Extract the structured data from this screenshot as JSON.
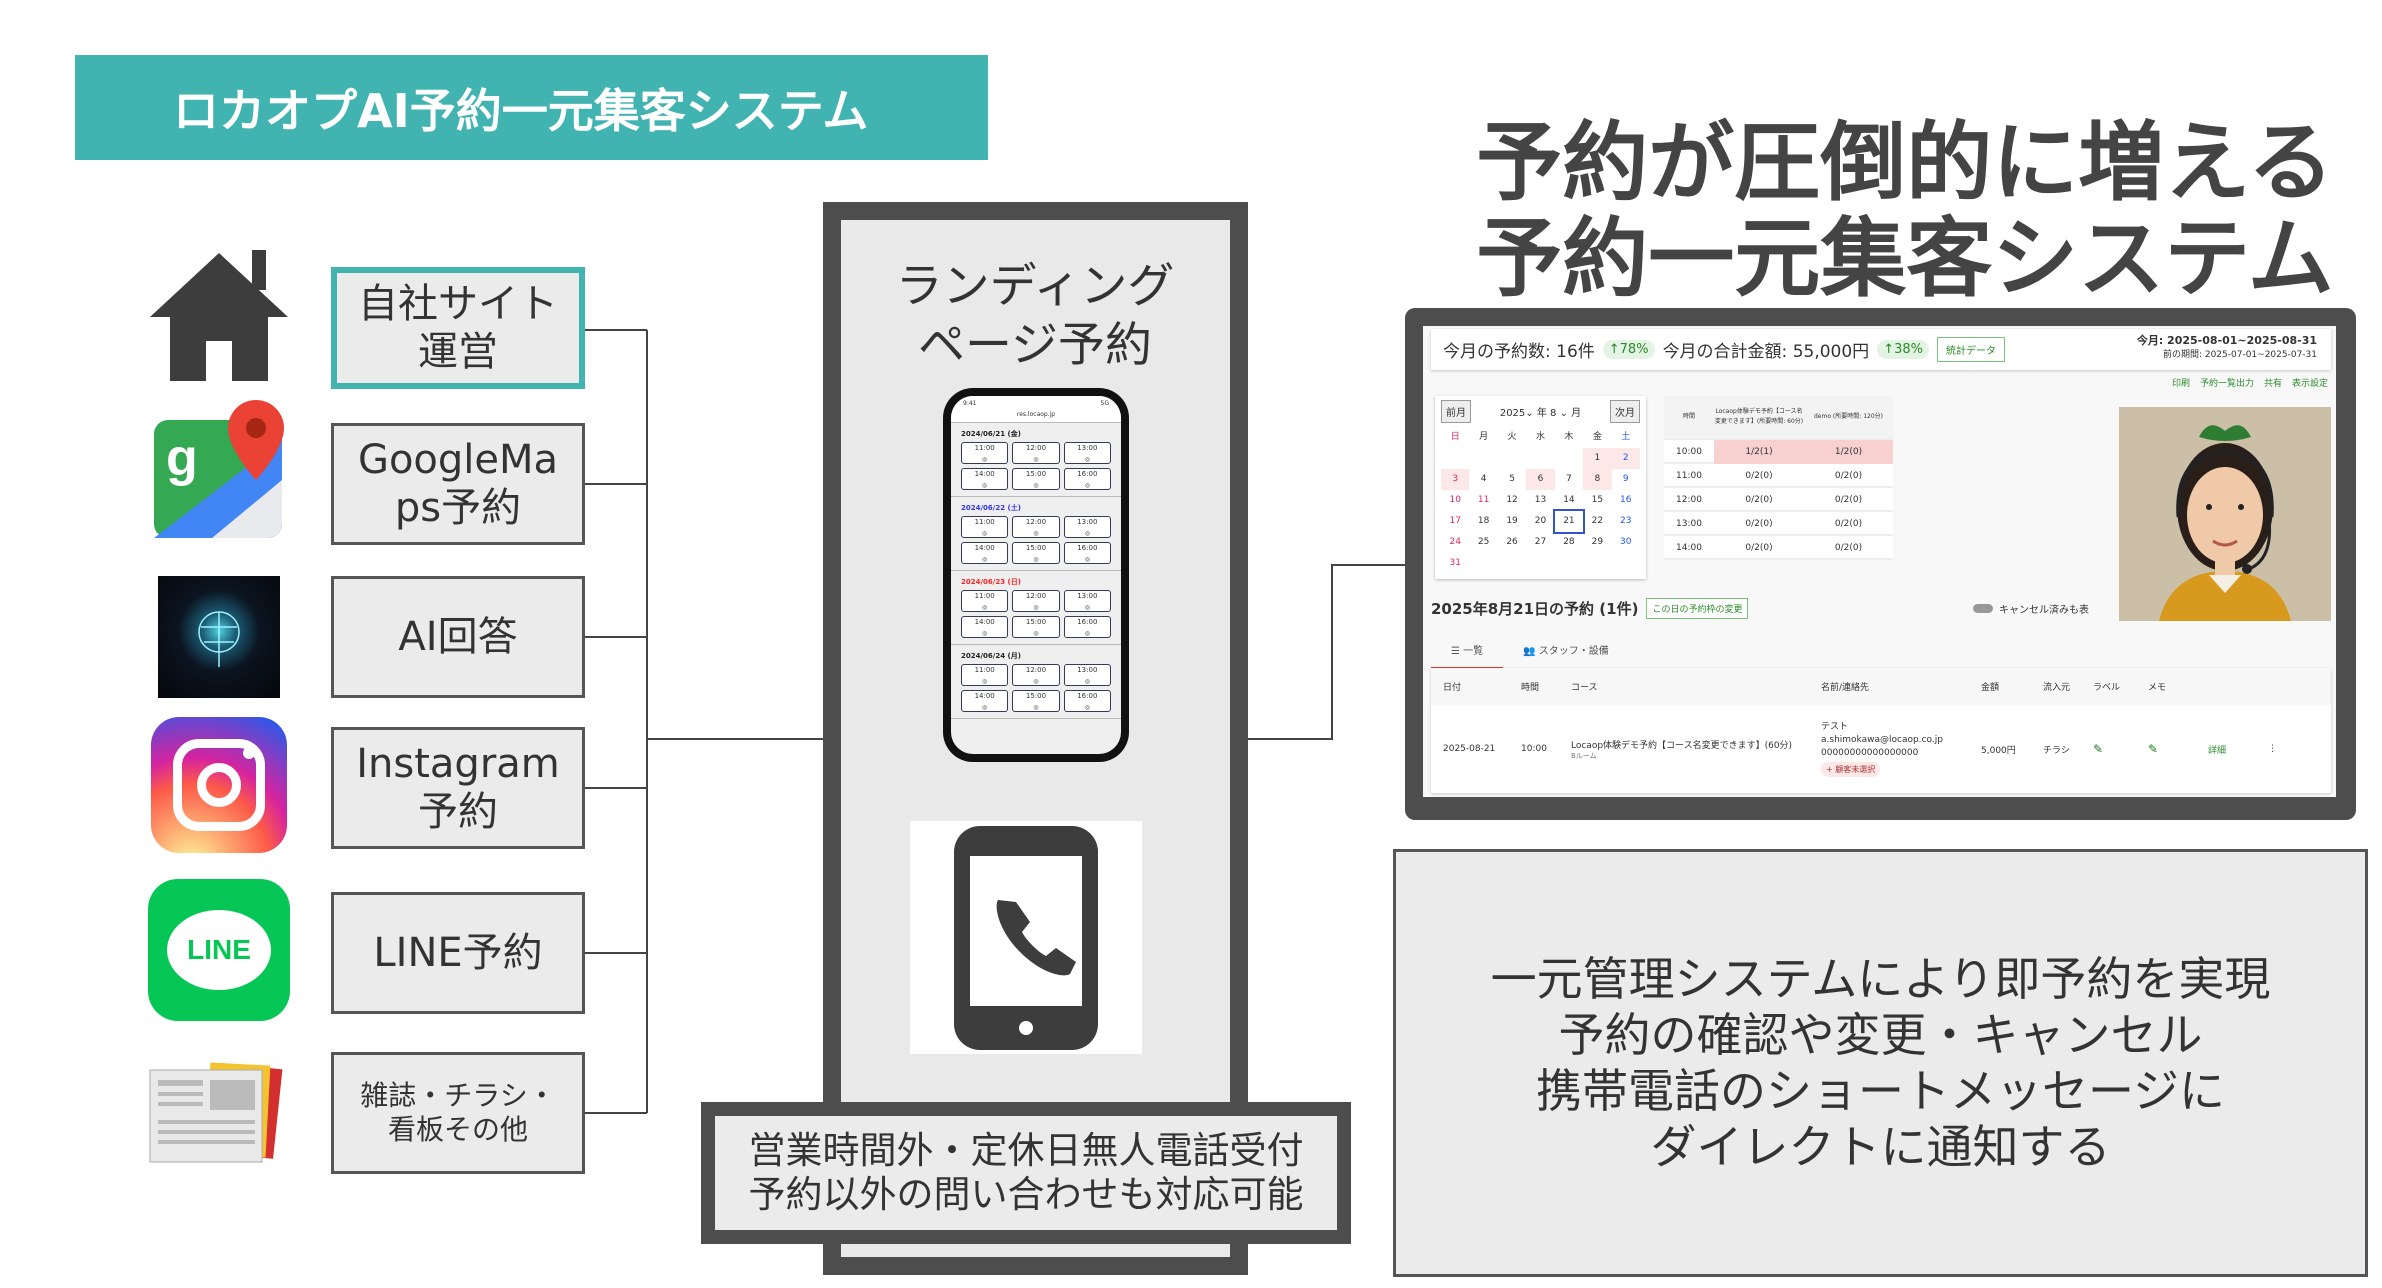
{
  "banner": "ロカオプAI予約一元集客システム",
  "headline": [
    "予約が圧倒的に増える",
    "予約一元集客システム"
  ],
  "channels": [
    {
      "icon": "house-icon",
      "label": "自社サイト\n運営"
    },
    {
      "icon": "google-maps-icon",
      "label": "GoogleMa\nps予約"
    },
    {
      "icon": "ai-brain-icon",
      "label": "AI回答"
    },
    {
      "icon": "instagram-icon",
      "label": "Instagram\n予約"
    },
    {
      "icon": "line-icon",
      "label": "LINE予約",
      "logo_text": "LINE"
    },
    {
      "icon": "magazine-icon",
      "label": "雑誌・チラシ・\n看板その他"
    }
  ],
  "center": {
    "title": [
      "ランディング",
      "ページ予約"
    ],
    "phone": {
      "time": "9:41",
      "signal": "5G",
      "url": "res.locaop.jp",
      "days": [
        {
          "date": "2024/06/21 (金)",
          "color": "#222"
        },
        {
          "date": "2024/06/22 (土)",
          "color": "#3333ff"
        },
        {
          "date": "2024/06/23 (日)",
          "color": "#ff2222"
        },
        {
          "date": "2024/06/24 (月)",
          "color": "#222"
        }
      ],
      "slots": [
        "11:00",
        "12:00",
        "13:00",
        "14:00",
        "15:00",
        "16:00"
      ]
    },
    "bottom": [
      "営業時間外・定休日無人電話受付",
      "予約以外の問い合わせも対応可能"
    ]
  },
  "dashboard": {
    "month_count_label": "今月の予約数: 16件",
    "count_change": "↑78%",
    "month_total_label": "今月の合計金額: 55,000円",
    "total_change": "↑38%",
    "stats_button": "統計データ",
    "current_period": "今月: 2025-08-01~2025-08-31",
    "prev_period": "前の期間: 2025-07-01~2025-07-31",
    "tools": [
      "印刷",
      "予約一覧出力",
      "共有",
      "表示設定"
    ],
    "calendar": {
      "prev": "前月",
      "next": "次月",
      "year": "2025",
      "month": "8",
      "year_unit": "年",
      "month_unit": "月",
      "weekdays": [
        "日",
        "月",
        "火",
        "水",
        "木",
        "金",
        "土"
      ],
      "selected": 21
    },
    "timetable": {
      "headers": [
        "時間",
        "Locaop体験デモ予約【コース名変更できます】(所要時間: 60分)",
        "demo (所要時間: 120分)"
      ],
      "rows": [
        [
          "10:00",
          "1/2(1)",
          "1/2(0)"
        ],
        [
          "11:00",
          "0/2(0)",
          "0/2(0)"
        ],
        [
          "12:00",
          "0/2(0)",
          "0/2(0)"
        ],
        [
          "13:00",
          "0/2(0)",
          "0/2(0)"
        ],
        [
          "14:00",
          "0/2(0)",
          "0/2(0)"
        ]
      ]
    },
    "day_title": "2025年8月21日の予約 (1件)",
    "change_slots_button": "この日の予約枠の変更",
    "show_cancelled": "キャンセル済みも表",
    "tabs": [
      "☰ 一覧",
      "👥 スタッフ・設備"
    ],
    "table": {
      "headers": [
        "日付",
        "時間",
        "コース",
        "名前/連絡先",
        "金額",
        "流入元",
        "ラベル",
        "メモ",
        "",
        ""
      ],
      "row": {
        "date": "2025-08-21",
        "time": "10:00",
        "course": "Locaop体験デモ予約【コース名変更できます】(60分)",
        "room": "Bルーム",
        "name": "テスト",
        "email": "a.shimokawa@locaop.co.jp",
        "phone": "00000000000000000",
        "customer_tag": "+ 顧客未選択",
        "amount": "5,000円",
        "source": "チラシ",
        "detail": "詳細"
      }
    }
  },
  "right_text": [
    "一元管理システムにより即予約を実現",
    "予約の確認や変更・キャンセル",
    "携帯電話のショートメッセージに",
    "ダイレクトに通知する"
  ],
  "colors": {
    "accent": "#41b3b0",
    "frame": "#4d4d4d",
    "green": "#2a8a2a"
  }
}
